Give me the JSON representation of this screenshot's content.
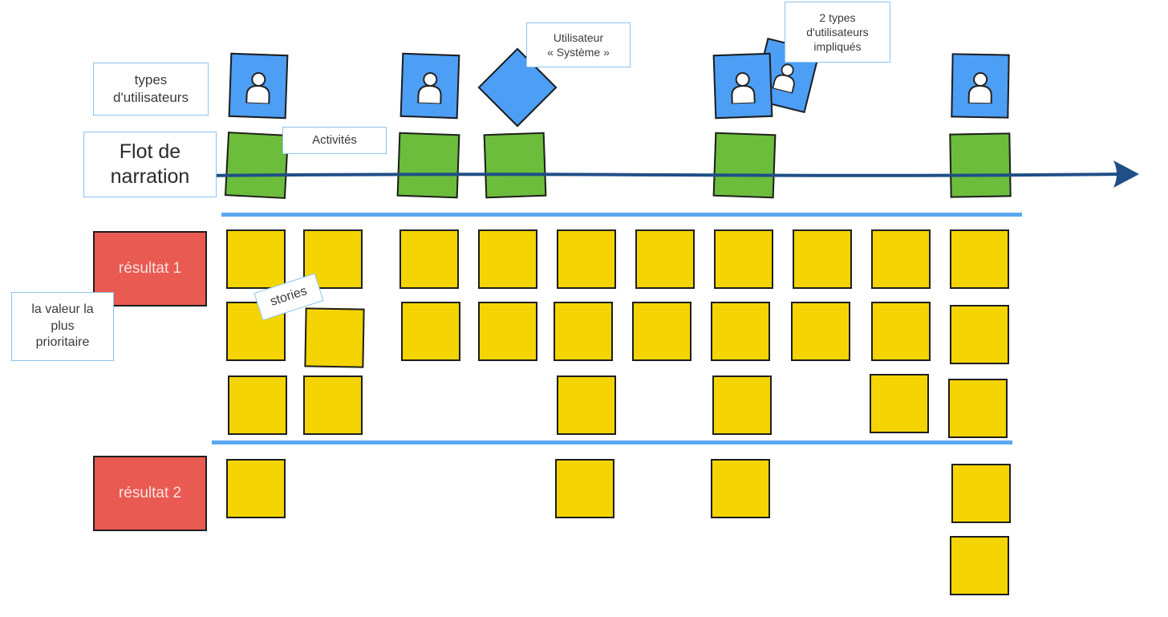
{
  "labels": {
    "user_types": "types\nd'utilisateurs",
    "narrative_flow": "Flot de\nnarration",
    "activities": "Activités",
    "system_user": "Utilisateur\n« Système »",
    "two_user_types": "2 types\nd'utilisateurs\nimpliqués",
    "stories": "stories",
    "priority_value": "la valeur la\nplus\nprioritaire"
  },
  "results": {
    "release_1": "résultat 1",
    "release_2": "résultat 2"
  },
  "colors": {
    "user": "#4d9ef5",
    "activity": "#6cbd3c",
    "story": "#f4d402",
    "result": "#e85a52",
    "separator": "#5aa8f2",
    "arrow": "#1f4f86"
  },
  "icons": {
    "user": "person-icon"
  }
}
